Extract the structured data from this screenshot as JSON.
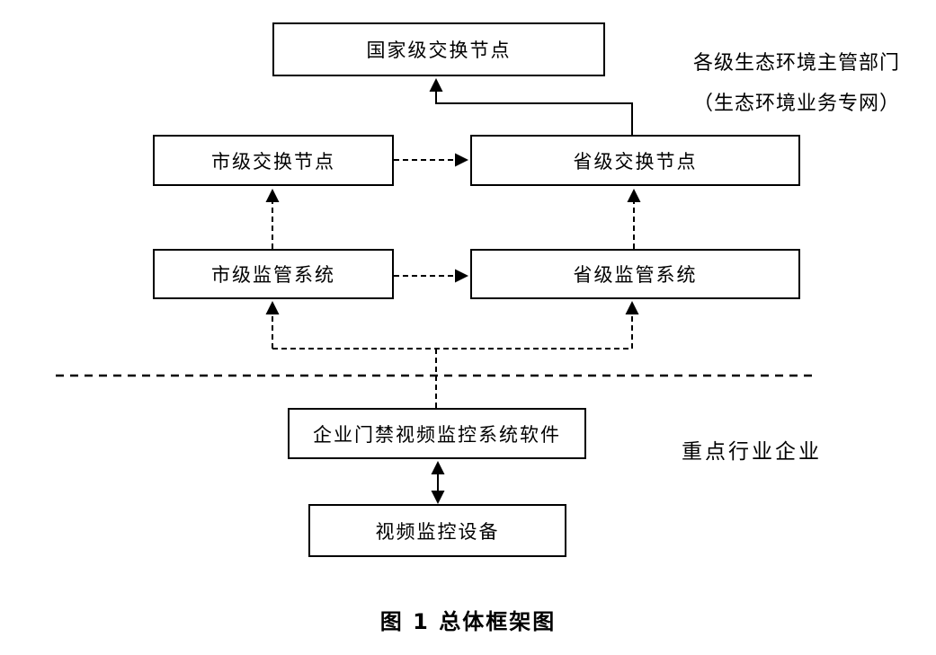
{
  "diagram": {
    "caption": "图 1 总体框架图",
    "nodes": {
      "national_exchange": "国家级交换节点",
      "city_exchange": "市级交换节点",
      "provincial_exchange": "省级交换节点",
      "city_supervision": "市级监管系统",
      "provincial_supervision": "省级监管系统",
      "enterprise_software": "企业门禁视频监控系统软件",
      "video_equipment": "视频监控设备"
    },
    "labels": {
      "department_line1": "各级生态环境主管部门",
      "department_line2": "（生态环境业务专网）",
      "enterprise_zone": "重点行业企业"
    },
    "colors": {
      "line": "#000000",
      "background": "#ffffff",
      "text": "#000000"
    }
  }
}
